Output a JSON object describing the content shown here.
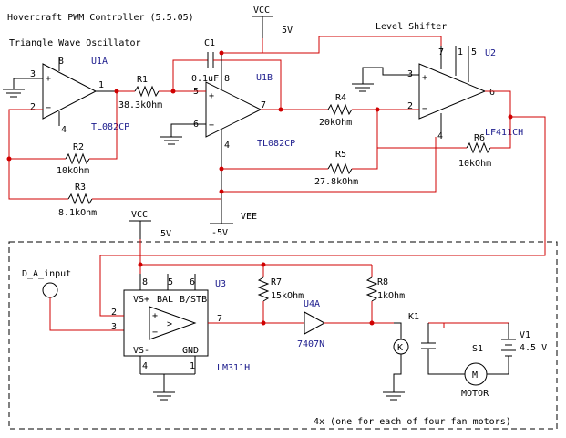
{
  "title": "Hovercraft PWM Controller (5.5.05)",
  "sections": {
    "oscillator": "Triangle Wave Oscillator",
    "level_shifter": "Level Shifter"
  },
  "supplies": {
    "vcc_top": "VCC",
    "vcc_top_value": "5V",
    "vee": "VEE",
    "vee_value": "-5V",
    "vcc_bottom": "VCC",
    "vcc_bottom_value": "5V"
  },
  "components": {
    "u1a": {
      "ref": "U1A",
      "part": "TL082CP",
      "pins": [
        "3",
        "2",
        "8",
        "4",
        "1"
      ]
    },
    "u1b": {
      "ref": "U1B",
      "part": "TL082CP",
      "pins": [
        "5",
        "6",
        "8",
        "4",
        "7"
      ]
    },
    "u2": {
      "ref": "U2",
      "part": "LF411CH",
      "pins": [
        "3",
        "2",
        "7",
        "1",
        "5",
        "4",
        "6"
      ]
    },
    "u3": {
      "ref": "U3",
      "part": "LM311H",
      "pins": [
        "8",
        "5",
        "6",
        "2",
        "3",
        "7",
        "4",
        "1"
      ],
      "labels": [
        "VS+",
        "BAL",
        "B/STB",
        "VS-",
        "GND"
      ]
    },
    "u4a": {
      "ref": "U4A",
      "part": "7407N"
    },
    "c1": {
      "ref": "C1",
      "value": "0.1uF"
    },
    "r1": {
      "ref": "R1",
      "value": "38.3kOhm"
    },
    "r2": {
      "ref": "R2",
      "value": "10kOhm"
    },
    "r3": {
      "ref": "R3",
      "value": "8.1kOhm"
    },
    "r4": {
      "ref": "R4",
      "value": "20kOhm"
    },
    "r5": {
      "ref": "R5",
      "value": "27.8kOhm"
    },
    "r6": {
      "ref": "R6",
      "value": "10kOhm"
    },
    "r7": {
      "ref": "R7",
      "value": "15kOhm"
    },
    "r8": {
      "ref": "R8",
      "value": "1kOhm"
    },
    "k1": {
      "ref": "K1"
    },
    "s1": {
      "ref": "S1",
      "label": "MOTOR"
    },
    "v1": {
      "ref": "V1",
      "value": "4.5 V"
    }
  },
  "input_label": "D_A_input",
  "box_note": "4x (one for each of four fan motors)"
}
